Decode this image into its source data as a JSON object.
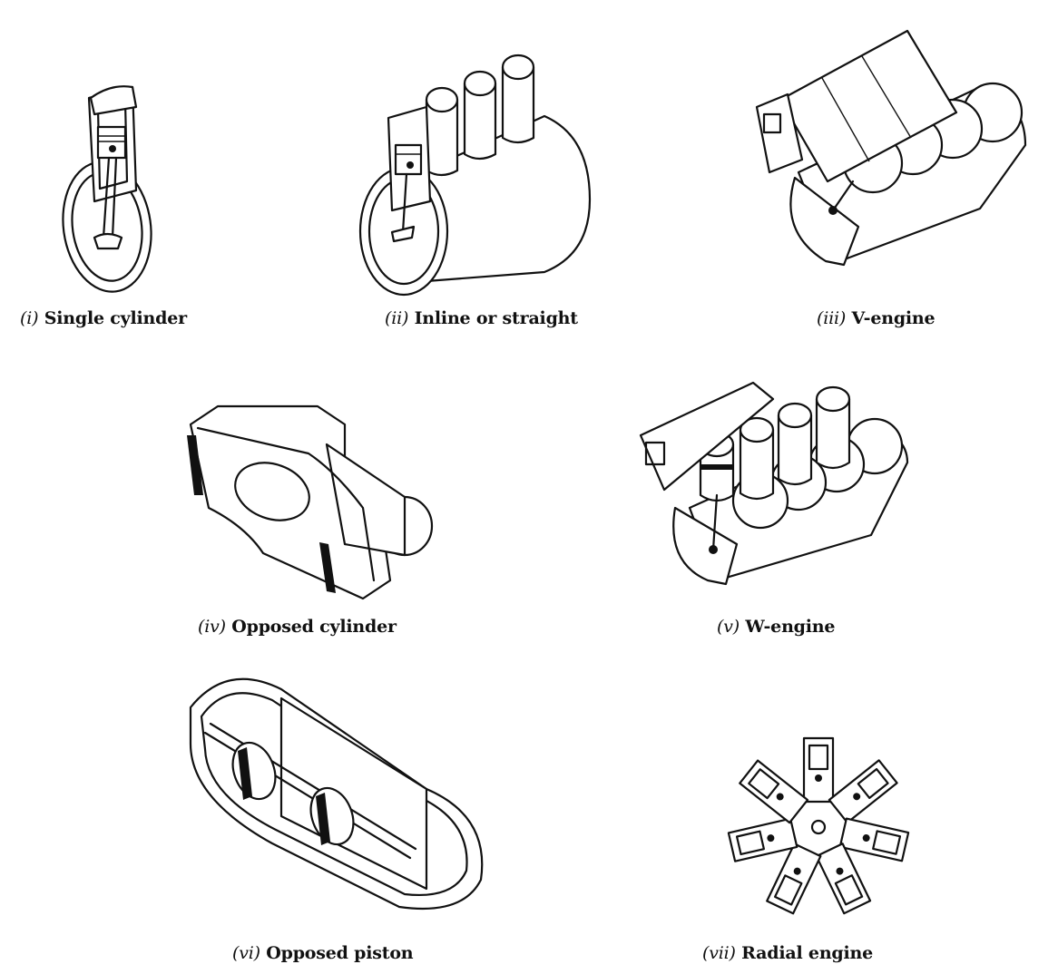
{
  "figures": [
    {
      "numeral": "(i)",
      "label": "Single cylinder"
    },
    {
      "numeral": "(ii)",
      "label": "Inline or straight"
    },
    {
      "numeral": "(iii)",
      "label": "V-engine"
    },
    {
      "numeral": "(iv)",
      "label": "Opposed cylinder"
    },
    {
      "numeral": "(v)",
      "label": "W-engine"
    },
    {
      "numeral": "(vi)",
      "label": "Opposed piston"
    },
    {
      "numeral": "(vii)",
      "label": "Radial engine"
    }
  ]
}
